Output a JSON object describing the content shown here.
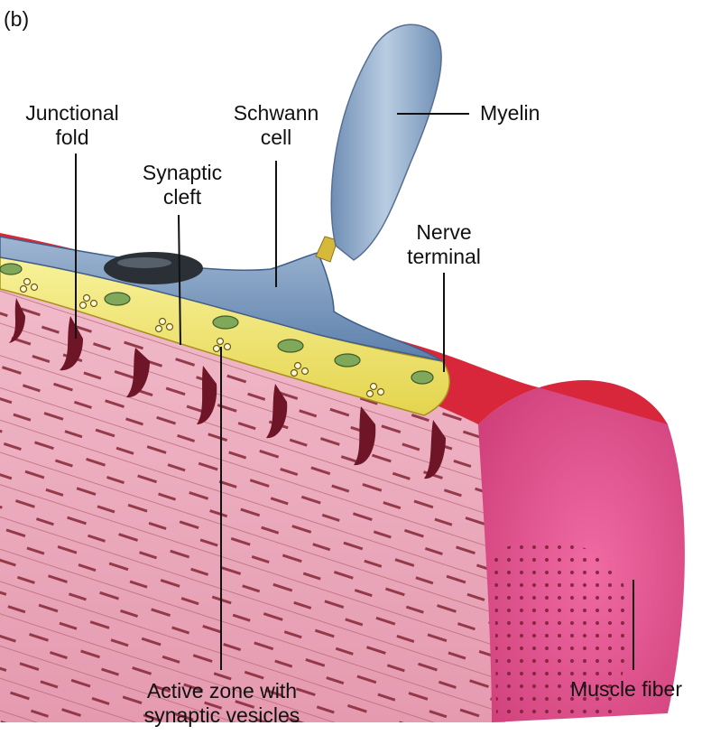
{
  "panel_label": "(b)",
  "labels": {
    "junctional_fold": [
      "Junctional",
      "fold"
    ],
    "schwann_cell": [
      "Schwann",
      "cell"
    ],
    "synaptic_cleft": [
      "Synaptic",
      "cleft"
    ],
    "myelin": "Myelin",
    "nerve_terminal": [
      "Nerve",
      "terminal"
    ],
    "active_zone": [
      "Active zone with",
      "synaptic vesicles"
    ],
    "muscle_fiber": "Muscle fiber"
  },
  "colors": {
    "muscle": "#e8a6b8",
    "muscle_end": "#dc4f86",
    "muscle_membrane": "#d8273a",
    "myelin": "#8ea9c8",
    "schwann_blue": "#5f82ad",
    "nerve_terminal": "#f2ea7a",
    "junctional_fold": "#6e1628",
    "nucleus": "#2b2f36"
  }
}
